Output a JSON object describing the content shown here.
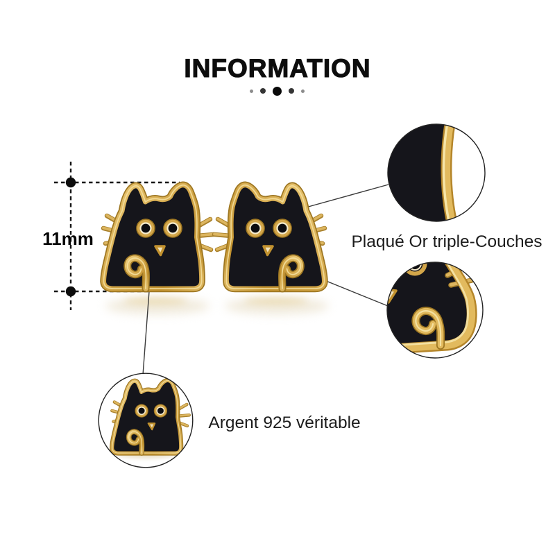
{
  "header": {
    "title": "INFORMATION",
    "ornament": "five-dots"
  },
  "measurement": {
    "label": "11mm"
  },
  "product": {
    "item": "black-cat-stud-earrings",
    "left_earring": "black-cat-stud",
    "right_earring": "black-cat-stud"
  },
  "callouts": {
    "gold_plating": {
      "label": "Plaqué Or triple-Couches"
    },
    "silver": {
      "label": "Argent 925 véritable"
    }
  },
  "colors": {
    "background": "#ffffff",
    "gold": "#d4a84b",
    "gold_highlight": "#f4e0a0",
    "gold_shadow": "#9e7722",
    "enamel_black": "#15151b",
    "text": "#1c1c1c",
    "connector_line": "#3a3a3a"
  }
}
